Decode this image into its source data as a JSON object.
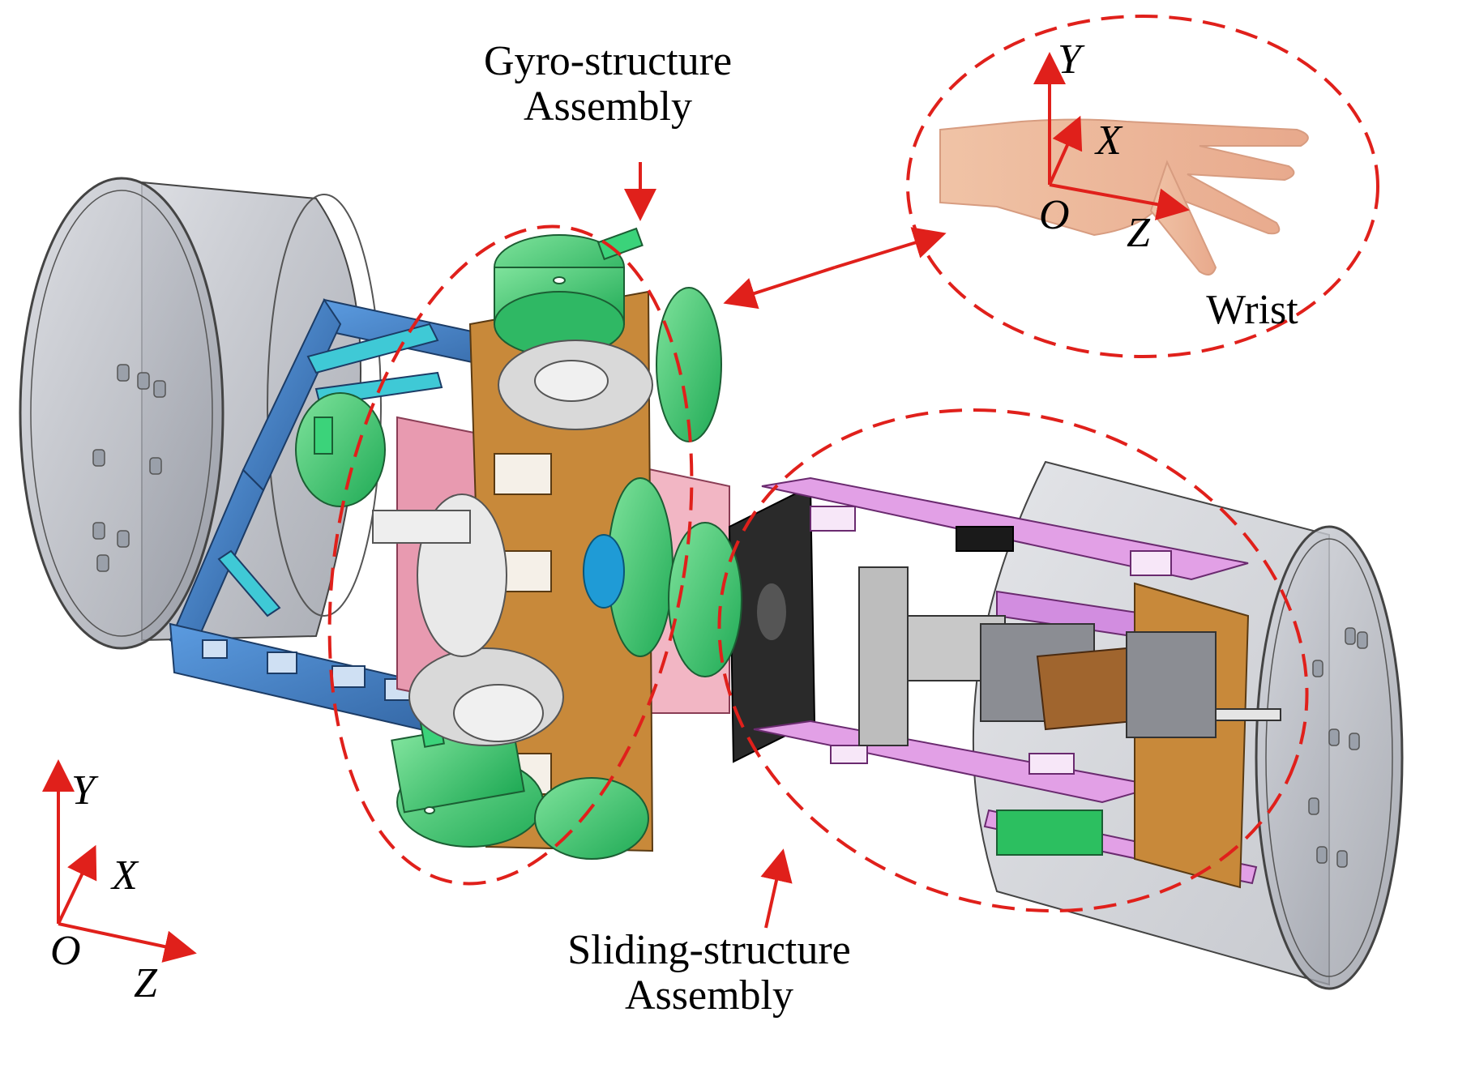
{
  "labels": {
    "gyro": [
      "Gyro-structure",
      "Assembly"
    ],
    "sliding": [
      "Sliding-structure",
      "Assembly"
    ],
    "wrist": "Wrist"
  },
  "axes": {
    "global": {
      "x": "X",
      "y": "Y",
      "z": "Z",
      "o": "O"
    },
    "wrist": {
      "x": "X",
      "y": "Y",
      "z": "Z",
      "o": "O"
    }
  },
  "colors": {
    "annotation_red": "#e0201b",
    "frame_blue": "#3f7fc4",
    "gyro_green": "#33cc66",
    "bracket_pink": "#e89ab0",
    "slider_violet": "#e2a0e6",
    "plate_orange": "#c8893a",
    "shell_gray": "#b9bcc4"
  }
}
